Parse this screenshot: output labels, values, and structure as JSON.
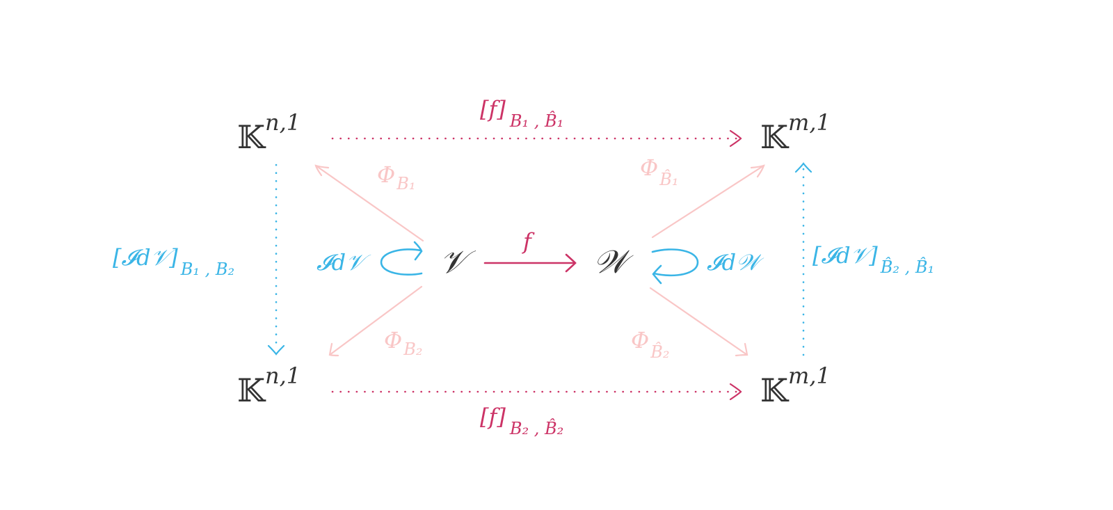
{
  "colors": {
    "node": "#333333",
    "crimson": "#cc3366",
    "blue": "#3ab5e6",
    "pink": "#f9c6c6"
  },
  "nodes": {
    "kn_top": {
      "base": "𝕂",
      "sup": "n,1"
    },
    "km_top": {
      "base": "𝕂",
      "sup": "m,1"
    },
    "kn_bot": {
      "base": "𝕂",
      "sup": "n,1"
    },
    "km_bot": {
      "base": "𝕂",
      "sup": "m,1"
    },
    "v": "𝒱",
    "w": "𝒲"
  },
  "labels": {
    "f": "f",
    "f_top": {
      "main": "[f]",
      "sub": "B₁ , B̂₁"
    },
    "f_bot": {
      "main": "[f]",
      "sub": "B₂ , B̂₂"
    },
    "id_left": {
      "main": "[𝓘d𝒱]",
      "sub": "B₁ , B₂"
    },
    "id_right": {
      "main": "[𝓘d𝒱]",
      "sub": "B̂₂ , B̂₁"
    },
    "loop_v": "𝓘d𝒱",
    "loop_w": "𝓘d𝒲",
    "phi_b1": {
      "main": "Φ",
      "sub": "B₁"
    },
    "phi_b2": {
      "main": "Φ",
      "sub": "B₂"
    },
    "phi_hb1": {
      "main": "Φ",
      "sub": "B̂₁"
    },
    "phi_hb2": {
      "main": "Φ",
      "sub": "B̂₂"
    }
  }
}
